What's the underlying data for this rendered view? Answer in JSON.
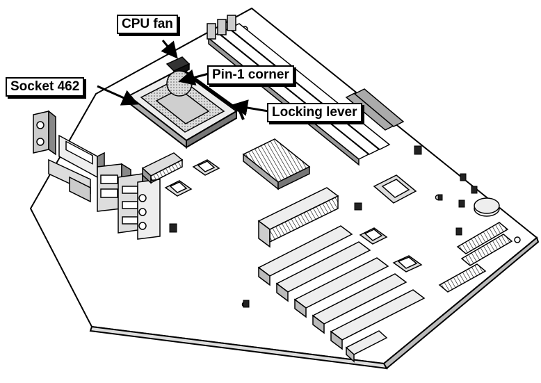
{
  "labels": {
    "cpu_fan": "CPU fan",
    "socket": "Socket 462",
    "pin1": "Pin-1 corner",
    "locking_lever": "Locking lever"
  },
  "colors": {
    "line": "#000000",
    "background": "#ffffff",
    "fill_light": "#e8e8e8",
    "fill_mid": "#bdbdbd",
    "fill_dark": "#8a8a8a"
  }
}
